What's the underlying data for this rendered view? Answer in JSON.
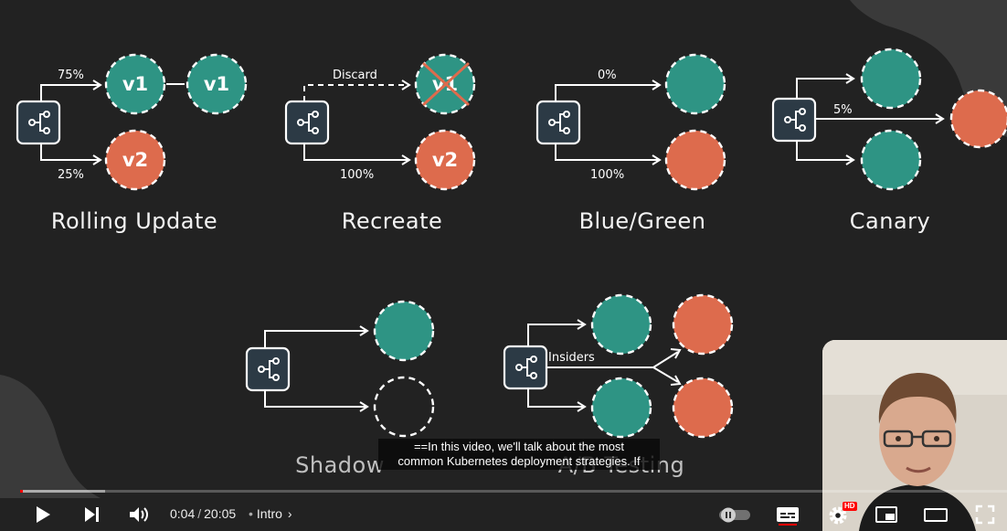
{
  "slide": {
    "sections": [
      {
        "title": "Rolling Update",
        "labels": [
          "75%",
          "25%"
        ],
        "versions": [
          "v1",
          "v1",
          "v2"
        ]
      },
      {
        "title": "Recreate",
        "labels": [
          "Discard",
          "100%"
        ],
        "versions": [
          "v1",
          "v2"
        ]
      },
      {
        "title": "Blue/Green",
        "labels": [
          "0%",
          "100%"
        ]
      },
      {
        "title": "Canary",
        "labels": [
          "5%"
        ]
      },
      {
        "title": "Shadow",
        "labels": []
      },
      {
        "title": "A/B Testing",
        "labels": [
          "Insiders"
        ]
      }
    ],
    "colors": {
      "background": "#222222",
      "teal": "#2e9484",
      "orange": "#dd6b4d",
      "load_balancer": "#2c3a45"
    },
    "icons": [
      "load-balancer-icon"
    ]
  },
  "caption": {
    "line1": "==In this video, we'll talk about the most",
    "line2": "common Kubernetes deployment strategies. If"
  },
  "player": {
    "current_time": "0:04",
    "separator": "/",
    "duration": "20:05",
    "chapter": "Intro",
    "played_fraction": 0.003,
    "buffered_fraction": 0.086,
    "hd_badge": "HD",
    "accent_color": "#ff0000",
    "icons": [
      "play-icon",
      "next-icon",
      "volume-icon",
      "autoplay-toggle-icon",
      "subtitles-icon",
      "settings-icon",
      "miniplayer-icon",
      "theater-mode-icon",
      "fullscreen-icon"
    ]
  }
}
